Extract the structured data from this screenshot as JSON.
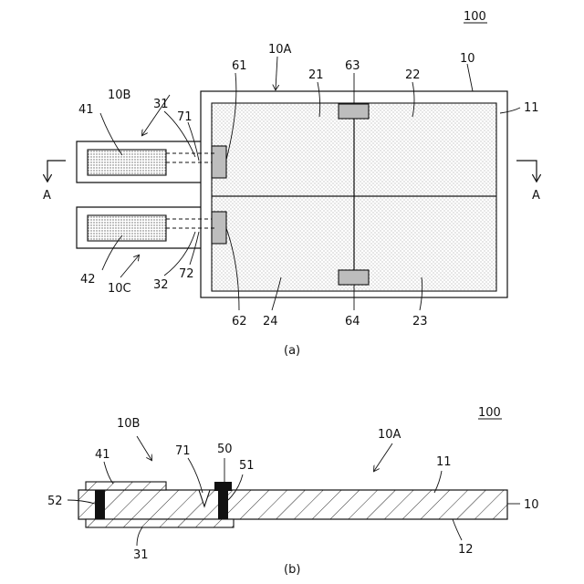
{
  "figure_a": {
    "ref_main": "100",
    "labels": {
      "l10A": "10A",
      "l10B": "10B",
      "l10C": "10C",
      "l10": "10",
      "l11": "11",
      "l21": "21",
      "l22": "22",
      "l23": "23",
      "l24": "24",
      "l31": "31",
      "l32": "32",
      "l41": "41",
      "l42": "42",
      "l61": "61",
      "l62": "62",
      "l63": "63",
      "l64": "64",
      "l71": "71",
      "l72": "72",
      "sectionLeft": "A",
      "sectionRight": "A"
    },
    "caption": "(a)"
  },
  "figure_b": {
    "ref_main": "100",
    "labels": {
      "l10B": "10B",
      "l10A": "10A",
      "l41": "41",
      "l71": "71",
      "l50": "50",
      "l51": "51",
      "l11": "11",
      "l10": "10",
      "l52": "52",
      "l31": "31",
      "l12": "12"
    },
    "caption": "(b)"
  },
  "colors": {
    "line": "#111111",
    "pad_fill": "#bdbdbd",
    "dot_fill": "#e9e9e9",
    "via_fill": "#111111"
  }
}
